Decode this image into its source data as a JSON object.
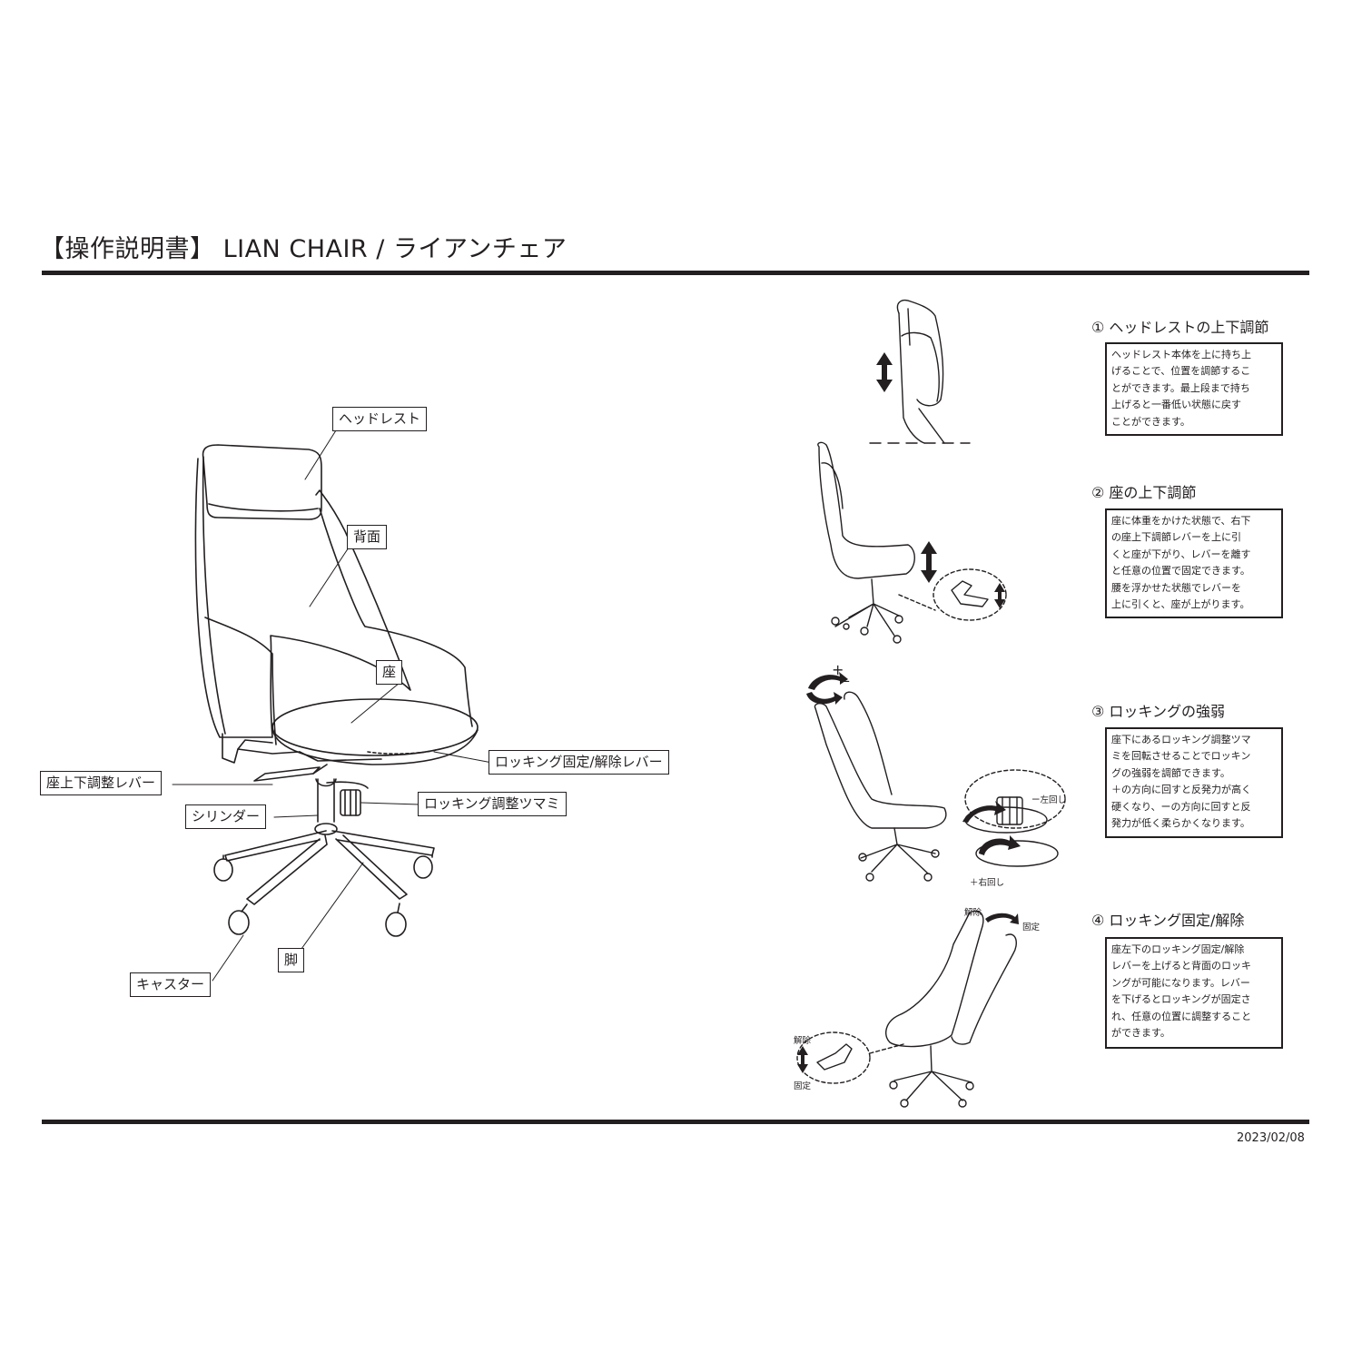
{
  "header": {
    "title": "【操作説明書】 LIAN CHAIR / ライアンチェア"
  },
  "footer": {
    "date": "2023/02/08"
  },
  "parts": {
    "headrest": "ヘッドレスト",
    "back": "背面",
    "seat": "座",
    "locking_lever": "ロッキング固定/解除レバー",
    "seat_height_lever": "座上下調整レバー",
    "tension_knob": "ロッキング調整ツマミ",
    "cylinder": "シリンダー",
    "leg": "脚",
    "caster": "キャスター"
  },
  "sections": [
    {
      "title": "① ヘッドレストの上下調節",
      "body": "ヘッドレスト本体を上に持ち上\nげることで、位置を調節するこ\nとができます。最上段まで持ち\n上げると一番低い状態に戻す\nことができます。"
    },
    {
      "title": "② 座の上下調節",
      "body": "座に体重をかけた状態で、右下\nの座上下調節レバーを上に引\nくと座が下がり、レバーを離す\nと任意の位置で固定できます。\n腰を浮かせた状態でレバーを\n上に引くと、座が上がります。"
    },
    {
      "title": "③ ロッキングの強弱",
      "body": "座下にあるロッキング調整ツマ\nミを回転させることでロッキン\nグの強弱を調節できます。\n＋の方向に回すと反発力が高く\n硬くなり、ーの方向に回すと反\n発力が低く柔らかくなります。"
    },
    {
      "title": "④ ロッキング固定/解除",
      "body": "座左下のロッキング固定/解除\nレバーを上げると背面のロッキ\nングが可能になります。レバー\nを下げるとロッキングが固定さ\nれ、任意の位置に調整すること\nができます。"
    }
  ],
  "diagram_labels": {
    "plus": "+",
    "minus": "–",
    "left_turn": "ー左回し",
    "right_turn": "＋右回し",
    "release": "解除",
    "fix": "固定"
  }
}
